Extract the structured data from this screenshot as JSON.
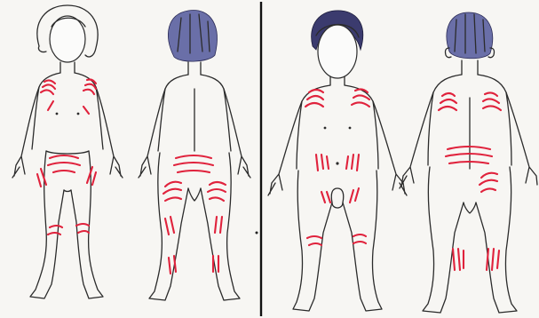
{
  "image": {
    "panels": [
      {
        "name": "left-panel-figures",
        "figures": [
          "front",
          "back"
        ]
      },
      {
        "name": "right-panel-figures",
        "figures": [
          "front",
          "back"
        ]
      }
    ]
  },
  "colors": {
    "background": "#f7f6f3",
    "ink": "#2b2b2b",
    "marks": "#e0223c",
    "divider": "#111111"
  }
}
